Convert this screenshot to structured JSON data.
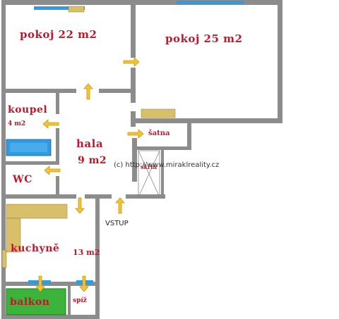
{
  "rooms": {
    "pokoj22": "pokoj 22 m2",
    "pokoj25": "pokoj 25 m2",
    "koupel": "koupel",
    "koupel_area": "4 m2",
    "hala": "hala",
    "hala_area": "9 m2",
    "wc": "WC",
    "kuchyne": "kuchyně",
    "kuchyne_area": "13 m2",
    "balkon": "balkon",
    "spiz": "spíž",
    "satna": "šatna",
    "skrin": "skříň"
  },
  "entrance": "VSTUP",
  "copyright": "(c) http://www.miraklreality.cz",
  "colors": {
    "wall": "#8c8c8c",
    "window": "#2f9be0",
    "arrow": "#f4c430",
    "cabinet": "#d8bf6a",
    "label": "#c0182a",
    "balcony": "#3cb43c",
    "bathtub": "#2f9be0"
  }
}
